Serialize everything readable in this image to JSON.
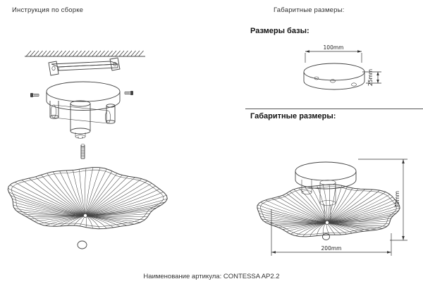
{
  "page": {
    "title_left": "Инструкция по сборке",
    "title_right": "Габаритные размеры:",
    "footer": "Наименование артикула: CONTESSA AP2.2"
  },
  "sections": {
    "base": {
      "heading": "Размеры базы:",
      "width": "100mm",
      "height": "25mm"
    },
    "overall": {
      "heading": "Габаритные размеры:",
      "width": "200mm",
      "height": "70mm"
    }
  },
  "colors": {
    "line": "#444444",
    "text": "#2d2d2d",
    "background": "#ffffff"
  }
}
